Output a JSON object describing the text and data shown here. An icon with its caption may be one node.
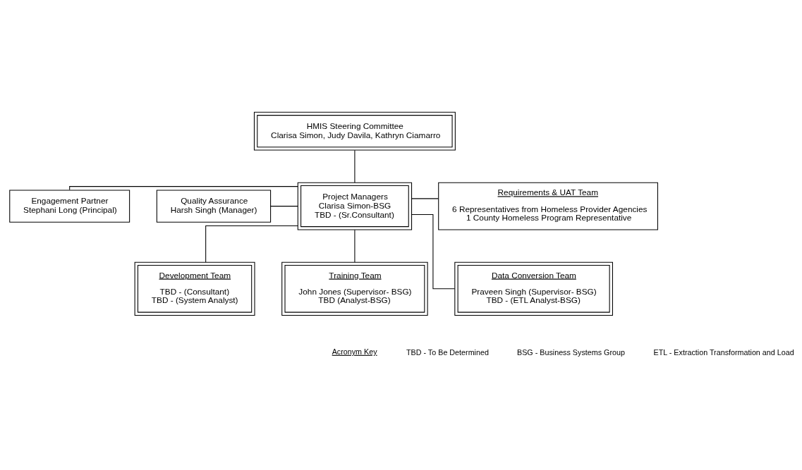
{
  "diagram": {
    "nodes": [
      {
        "text": [
          "HMIS Steering Committee",
          "Clarisa Simon, Judy Davila, Kathryn Ciamarro"
        ]
      },
      {
        "text": [
          "Engagement Partner",
          "Stephani Long (Principal)"
        ]
      },
      {
        "text": [
          "Quality Assurance",
          "Harsh Singh (Manager)"
        ]
      },
      {
        "text": [
          "Project Managers",
          "Clarisa Simon-BSG",
          "TBD - (Sr.Consultant)"
        ]
      },
      {
        "text": [
          "Requirements & UAT Team",
          "6 Representatives from Homeless Provider Agencies",
          "1 County Homeless Program Representative"
        ]
      },
      {
        "text": [
          "Development Team",
          "TBD - (Consultant)",
          "TBD - (System Analyst)"
        ]
      },
      {
        "text": [
          "Training Team",
          "John Jones (Supervisor- BSG)",
          "TBD (Analyst-BSG)"
        ]
      },
      {
        "text": [
          "Data Conversion Team",
          "Praveen Singh (Supervisor- BSG)",
          "TBD - (ETL Analyst-BSG)"
        ]
      }
    ],
    "edges": [
      {
        "from": 0,
        "to": 3,
        "arrow": "none"
      },
      {
        "from": 1,
        "to": 3,
        "arrow": "none"
      },
      {
        "from": 2,
        "to": 3,
        "arrow": "none"
      },
      {
        "from": 3,
        "to": 4,
        "arrow": "none"
      },
      {
        "from": 3,
        "to": 5,
        "arrow": "none"
      },
      {
        "from": 3,
        "to": 6,
        "arrow": "none"
      },
      {
        "from": 3,
        "to": 7,
        "arrow": "none"
      }
    ],
    "labels": [
      "Acronym Key",
      "TBD - To Be Determined",
      "BSG - Business Systems Group",
      "ETL - Extraction Transformation and Load"
    ]
  }
}
